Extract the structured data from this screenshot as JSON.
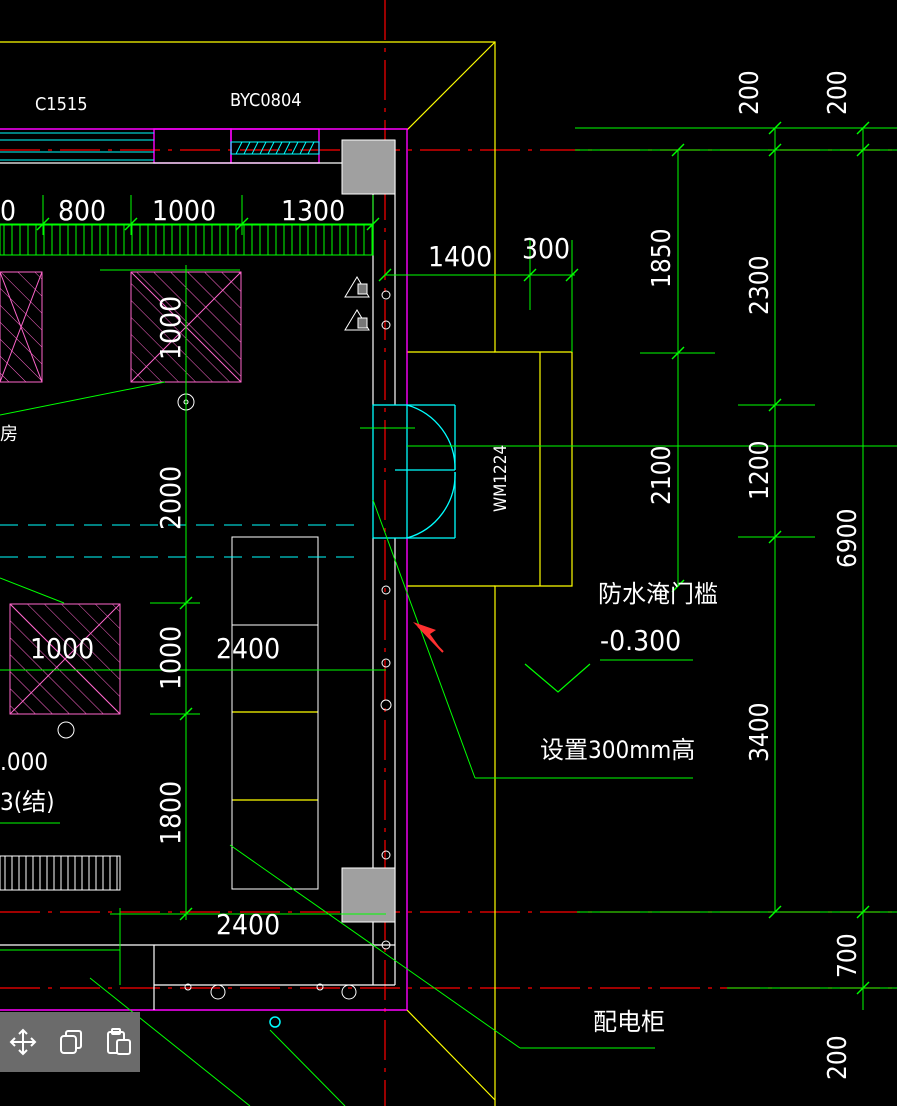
{
  "labels": {
    "window_c1515": "C1515",
    "window_byc0804": "BYC0804",
    "door_wm1224": "WM1224",
    "room_partial": "房",
    "elev_partial": ".000",
    "struct_partial": "3(结)",
    "note_threshold": "防水淹门槛",
    "note_elevation": "-0.300",
    "note_height": "设置300mm高",
    "note_cabinet": "配电柜"
  },
  "dims": {
    "d_0": "0",
    "d_800": "800",
    "d_1000_top": "1000",
    "d_1300": "1300",
    "d_1400": "1400",
    "d_300": "300",
    "d_1000_box1": "1000",
    "d_2000": "2000",
    "d_1000_box2": "1000",
    "d_2400_mid": "2400",
    "d_1000_v": "1000",
    "d_1800": "1800",
    "d_2400_bot": "2400",
    "r_200_a": "200",
    "r_200_b": "200",
    "r_1850": "1850",
    "r_2300": "2300",
    "r_2100": "2100",
    "r_1200": "1200",
    "r_6900": "6900",
    "r_3400": "3400",
    "r_700": "700",
    "r_200_c": "200"
  },
  "toolbar": {
    "move_icon": "move-icon",
    "copy_icon": "copy-icon",
    "paste_icon": "paste-icon"
  },
  "colors": {
    "background": "#000000",
    "dimension": "#00ff00",
    "wall": "#ffffff",
    "axis": "#ff0000",
    "outline_magenta": "#ff00ff",
    "window_cyan": "#00ffff",
    "yellow_line": "#ffff00",
    "arrow": "#ff3030",
    "toolbar_bg": "#6b6b6b"
  }
}
